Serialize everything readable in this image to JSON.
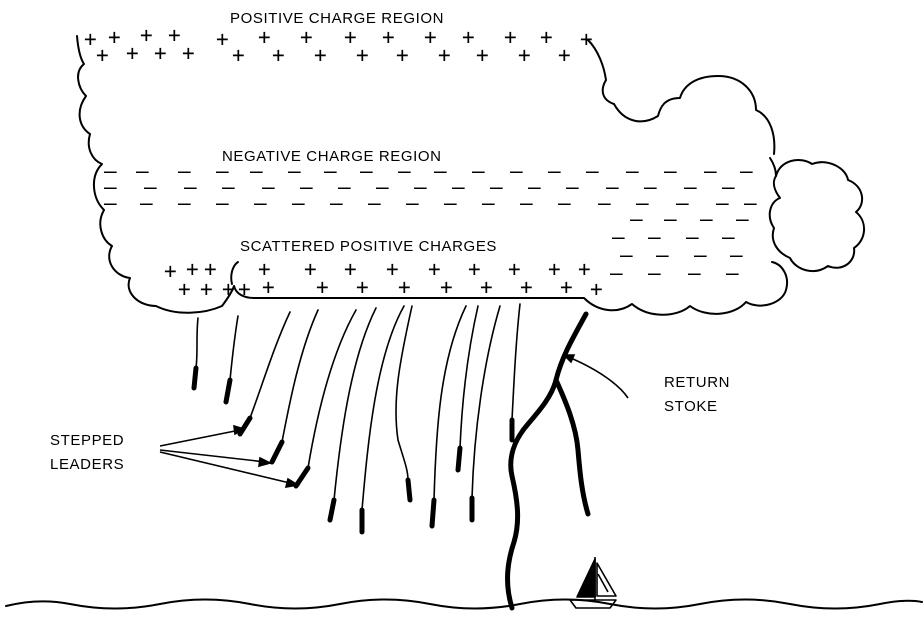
{
  "labels": {
    "positive_region": "POSITIVE CHARGE REGION",
    "negative_region": "NEGATIVE CHARGE REGION",
    "scattered_positive": "SCATTERED POSITIVE CHARGES",
    "stepped_leaders_line1": "STEPPED",
    "stepped_leaders_line2": "LEADERS",
    "return_stroke_line1": "RETURN",
    "return_stroke_line2": "STOKE"
  },
  "symbols": {
    "positive": "+",
    "negative": "–"
  }
}
